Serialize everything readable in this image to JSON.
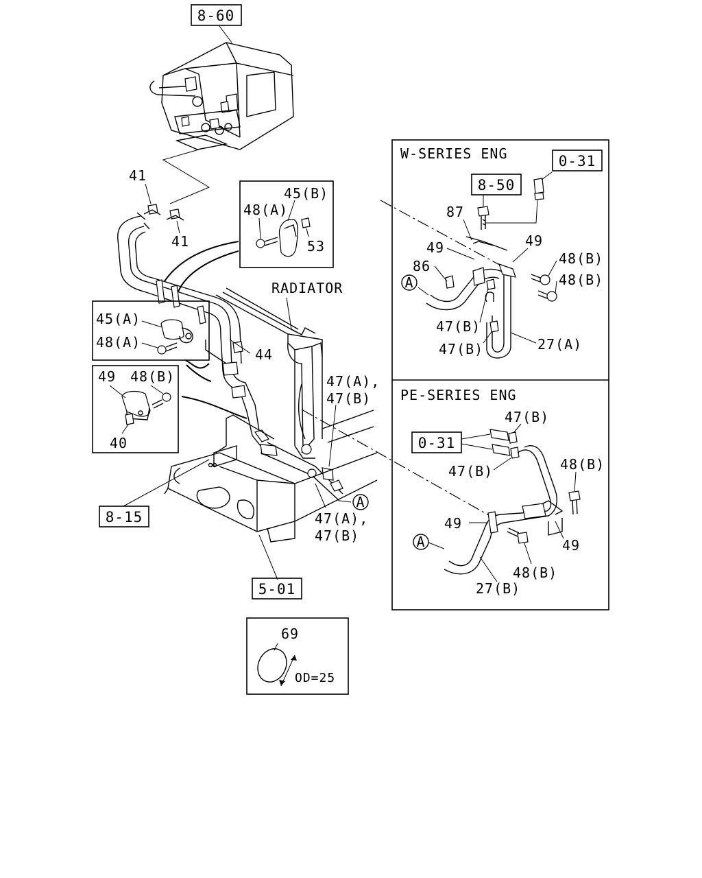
{
  "refs": {
    "r_8_60": "8-60",
    "r_0_31_w": "0-31",
    "r_8_50": "8-50",
    "r_8_15": "8-15",
    "r_5_01": "5-01",
    "r_0_31_pe": "0-31"
  },
  "labels": {
    "l41_top": "41",
    "l41_bottom": "41",
    "l45b": "45(B)",
    "l48a_inset": "48(A)",
    "l53": "53",
    "radiator": "RADIATOR",
    "l45a": "45(A)",
    "l48a_left": "48(A)",
    "l44": "44",
    "l49_left": "49",
    "l48b_left": "48(B)",
    "l40": "40",
    "l47ab_top_a": "47(A),",
    "l47ab_top_b": "47(B)",
    "l47ab_bot_a": "47(A),",
    "l47ab_bot_b": "47(B)",
    "circle_a_main": "A",
    "l69": "69",
    "od25": "OD=25"
  },
  "w_series": {
    "title": "W-SERIES ENG",
    "l87": "87",
    "l49_a": "49",
    "l49_b": "49",
    "l86": "86",
    "l48b_1": "48(B)",
    "l48b_2": "48(B)",
    "l47b_1": "47(B)",
    "l47b_2": "47(B)",
    "l27a": "27(A)",
    "circle_a": "A"
  },
  "pe_series": {
    "title": "PE-SERIES ENG",
    "l47b_1": "47(B)",
    "l47b_2": "47(B)",
    "l48b_1": "48(B)",
    "l48b_2": "48(B)",
    "l49_a": "49",
    "l49_b": "49",
    "l27b": "27(B)",
    "circle_a": "A"
  }
}
